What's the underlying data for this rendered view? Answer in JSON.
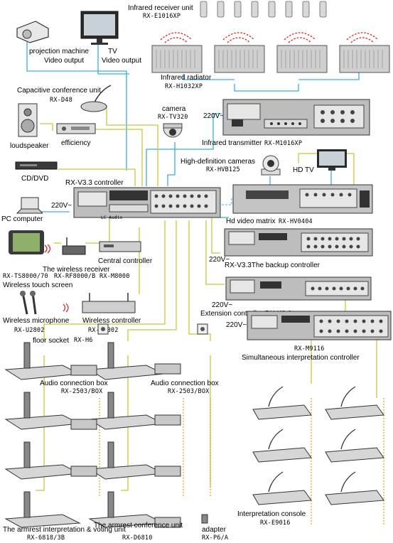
{
  "labels": {
    "ir_receiver_title": "Infrared receiver unit",
    "ir_receiver_code": "RX-E1016XP",
    "projector_title": "projection machine",
    "projector_sub": "Video output",
    "tv_title": "TV",
    "tv_sub": "Video output",
    "ir_radiator_title": "Infrared radiator",
    "ir_radiator_code": "RX-H1032XP",
    "cap_unit_title": "Capacitive conference unit",
    "cap_unit_code": "RX-D48",
    "camera_title": "camera",
    "camera_code": "RX-TV320",
    "ir_transmitter_voltage": "220V~",
    "ir_transmitter_title": "Infrared transmitter",
    "ir_transmitter_code": "RX-M1016XP",
    "loudspeaker": "loudspeaker",
    "efficiency": "efficiency",
    "cd_dvd": "CD/DVD",
    "hd_cameras_title": "High-definition cameras",
    "hd_cameras_code": "RX-HVB125",
    "hd_tv": "HD TV",
    "controller_title": "RX-V3.3 controller",
    "controller_voltage": "220V~",
    "pc_computer": "PC  computer",
    "hd_matrix_title": "Hd video matrix",
    "hd_matrix_code": "RX-HV0404",
    "wireless_receiver": "The wireless receiver",
    "central_controller": "Central  controller",
    "backup_voltage": "220V~",
    "backup_controller": "RX-V3.3The backup controller",
    "code_ts8000": "RX-TS8000/70",
    "code_rf8000": "RX-RF8000/B",
    "code_m8000": "RX-M8000",
    "wireless_touch": "Wireless touch screen",
    "extension_voltage": "220V~",
    "wireless_mic": "Wireless microphone",
    "wireless_controller": "Wireless controller",
    "extension_controller": "Extension controller RX-K3.0",
    "code_u2802": "RX-U2802",
    "code_m2802": "RX-M2802",
    "floor_socket": "floor socket",
    "floor_socket_code": "RX-H6",
    "m9116_voltage": "220V~",
    "audio_box_left": "Audio connection box",
    "audio_box_left_code": "RX-2503/BOX",
    "audio_box_right": "Audio connection box",
    "audio_box_right_code": "RX-2503/BOX",
    "m9116_code": "RX-M9116",
    "sim_controller": "Simultaneous interpretation controller",
    "interp_console": "Interpretation console",
    "interp_console_code": "RX-E9016",
    "armrest_interp": "The armrest interpretation & voting unit",
    "armrest_conf": "The armrest conference unit",
    "adapter": "adapter",
    "code_6818": "RX-6818/3B",
    "code_d6810": "RX-D6810",
    "code_p6a": "RX-P6/A",
    "panel_brand": "LC Audio"
  },
  "colors": {
    "wire_blue": "#3aaee0",
    "wire_yellow": "#c8c83a",
    "wire_orange": "#e8a21c",
    "device_gray": "#9a9a9a",
    "device_dark": "#3a3a3a",
    "radiator_red": "#d82020"
  }
}
